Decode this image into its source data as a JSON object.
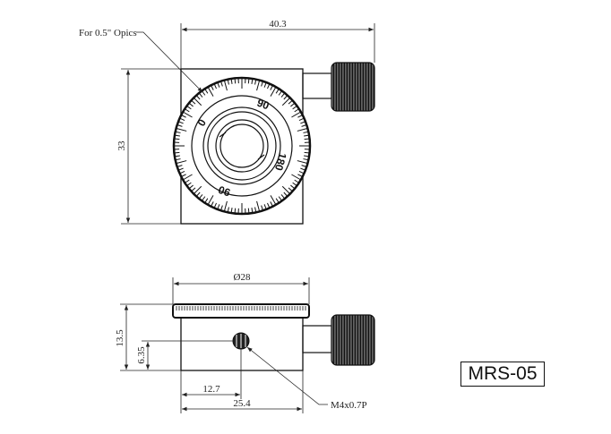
{
  "dimensions": {
    "width_top": "40.3",
    "height_top": "33",
    "optic_note": "For 0.5\" Opics",
    "dia_bottom": "Ø28",
    "height_bottom": "13.5",
    "hole_height": "6.35",
    "hole_offset": "12.7",
    "width_bottom": "25.4",
    "thread_note": "M4x0.7P"
  },
  "dial_labels": [
    "0",
    "90",
    "180",
    "90"
  ],
  "model": "MRS-05"
}
